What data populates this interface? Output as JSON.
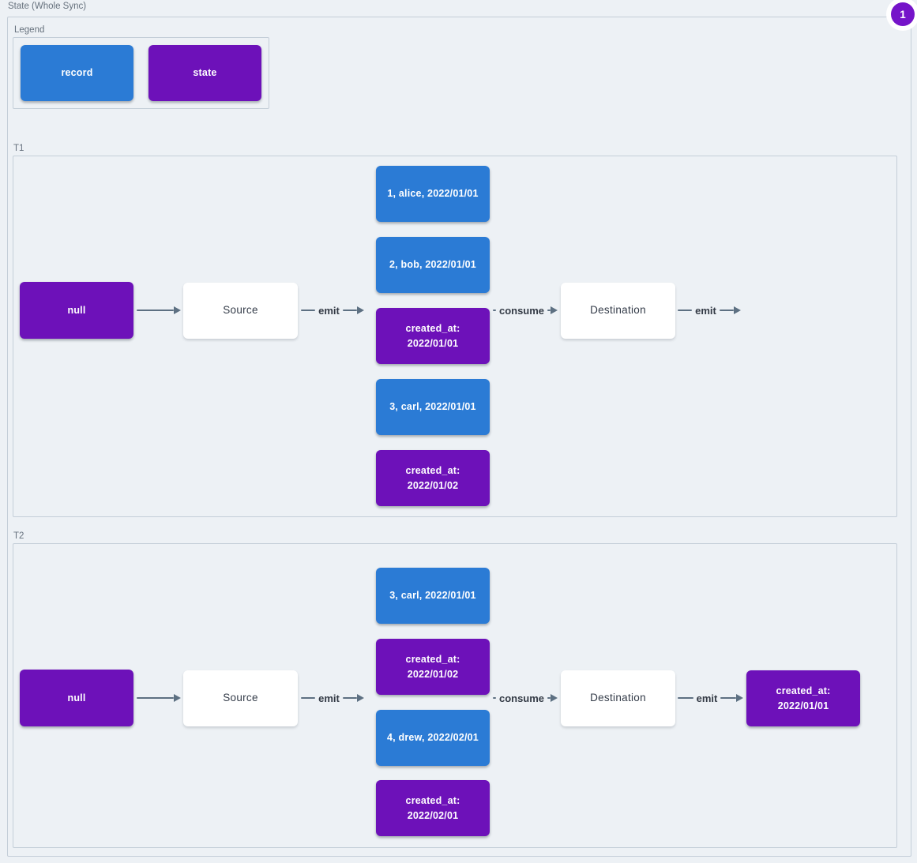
{
  "title": "State (Whole Sync)",
  "badge": {
    "number": "1"
  },
  "legend": {
    "label": "Legend",
    "record_label": "record",
    "state_label": "state"
  },
  "t1": {
    "label": "T1",
    "null_label": "null",
    "source_label": "Source",
    "destination_label": "Destination",
    "edge_labels": {
      "emit_in": "emit",
      "consume": "consume",
      "emit_out": "emit"
    },
    "stack": [
      {
        "type": "record",
        "label": "1, alice, 2022/01/01"
      },
      {
        "type": "record",
        "label": "2, bob, 2022/01/01"
      },
      {
        "type": "state",
        "label": "created_at:\n2022/01/01"
      },
      {
        "type": "record",
        "label": "3, carl, 2022/01/01"
      },
      {
        "type": "state",
        "label": "created_at:\n2022/01/02"
      }
    ]
  },
  "t2": {
    "label": "T2",
    "null_label": "null",
    "source_label": "Source",
    "destination_label": "Destination",
    "edge_labels": {
      "emit_in": "emit",
      "consume": "consume",
      "emit_out": "emit"
    },
    "stack": [
      {
        "type": "record",
        "label": "3, carl, 2022/01/01"
      },
      {
        "type": "state",
        "label": "created_at:\n2022/01/02"
      },
      {
        "type": "record",
        "label": "4, drew, 2022/02/01"
      },
      {
        "type": "state",
        "label": "created_at:\n2022/02/01"
      }
    ],
    "emitted_state_label": "created_at:\n2022/01/01"
  },
  "colors": {
    "record": "#2b7bd5",
    "state": "#6d11b9",
    "arrow": "#5d7082",
    "background": "#edf1f5",
    "container_border": "#c4ced8",
    "badge": "#7514c9"
  }
}
